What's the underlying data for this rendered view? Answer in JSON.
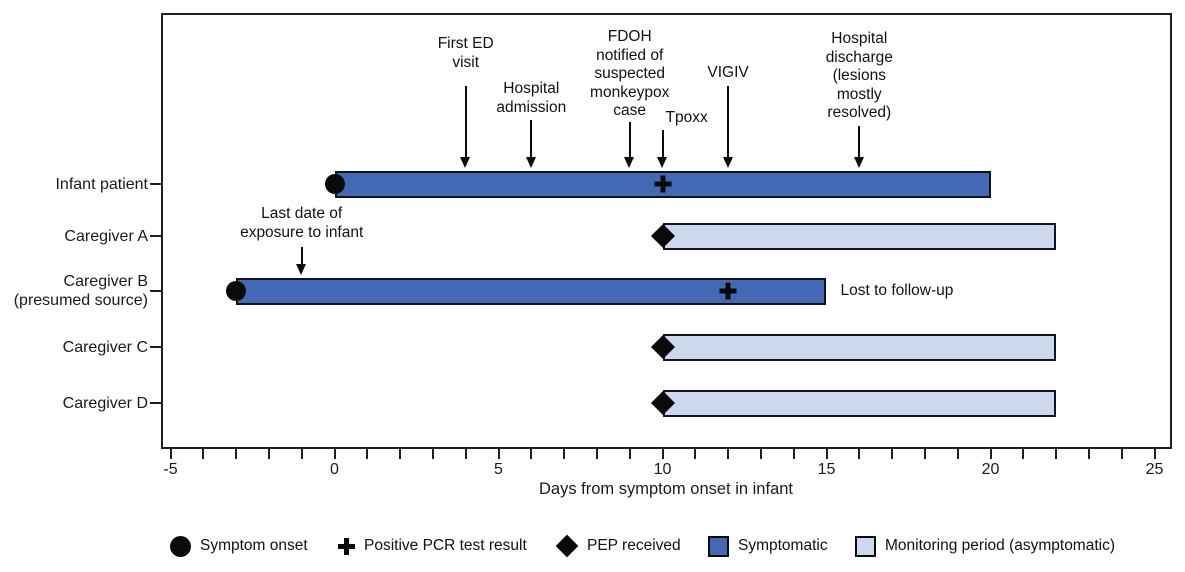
{
  "chart_data": {
    "type": "bar",
    "subtype": "gantt-timeline",
    "orientation": "horizontal",
    "title": "",
    "x_axis": {
      "label": "Days from symptom onset in infant",
      "min": -5,
      "max": 25,
      "tick_step": 1,
      "labeled_ticks": [
        -5,
        0,
        5,
        10,
        15,
        20,
        25
      ]
    },
    "colors": {
      "symptomatic": "#4469b4",
      "monitoring": "#cdd8ee",
      "marker": "#0a0a0a",
      "bar_border": "#10141c",
      "axis": "#231f20"
    },
    "rows": [
      {
        "id": "infant-patient",
        "label": "Infant patient",
        "segments": [
          {
            "kind": "symptomatic",
            "start": 0,
            "end": 20
          }
        ],
        "markers": [
          {
            "kind": "symptom-onset",
            "day": 0
          },
          {
            "kind": "positive-pcr",
            "day": 10
          }
        ]
      },
      {
        "id": "caregiver-a",
        "label": "Caregiver A",
        "segments": [
          {
            "kind": "monitoring",
            "start": 10,
            "end": 22
          }
        ],
        "markers": [
          {
            "kind": "pep-received",
            "day": 10
          }
        ]
      },
      {
        "id": "caregiver-b",
        "label": "Caregiver B\n(presumed source)",
        "segments": [
          {
            "kind": "symptomatic",
            "start": -3,
            "end": 15
          }
        ],
        "markers": [
          {
            "kind": "symptom-onset",
            "day": -3
          },
          {
            "kind": "positive-pcr",
            "day": 12
          }
        ],
        "note": {
          "text": "Lost to follow-up",
          "day": 15
        }
      },
      {
        "id": "caregiver-c",
        "label": "Caregiver C",
        "segments": [
          {
            "kind": "monitoring",
            "start": 10,
            "end": 22
          }
        ],
        "markers": [
          {
            "kind": "pep-received",
            "day": 10
          }
        ]
      },
      {
        "id": "caregiver-d",
        "label": "Caregiver D",
        "segments": [
          {
            "kind": "monitoring",
            "start": 10,
            "end": 22
          }
        ],
        "markers": [
          {
            "kind": "pep-received",
            "day": 10
          }
        ]
      }
    ],
    "annotations": [
      {
        "id": "first-ed-visit",
        "label": "First ED\nvisit",
        "day": 4,
        "target": "infant-patient"
      },
      {
        "id": "hospital-admission",
        "label": "Hospital\nadmission",
        "day": 6,
        "target": "infant-patient"
      },
      {
        "id": "fdoh-notified",
        "label": "FDOH\nnotified of\nsuspected\nmonkeypox\ncase",
        "day": 9,
        "target": "infant-patient"
      },
      {
        "id": "tpoxx",
        "label": "Tpoxx",
        "day": 10,
        "target": "infant-patient"
      },
      {
        "id": "vigiv",
        "label": "VIGIV",
        "day": 12,
        "target": "infant-patient"
      },
      {
        "id": "hospital-discharge",
        "label": "Hospital\ndischarge\n(lesions\nmostly\nresolved)",
        "day": 16,
        "target": "infant-patient"
      },
      {
        "id": "last-exposure",
        "label": "Last date of\nexposure to infant",
        "day": -1,
        "target": "caregiver-b"
      }
    ],
    "legend": [
      {
        "id": "symptom-onset",
        "glyph": "circle",
        "label": "Symptom onset"
      },
      {
        "id": "positive-pcr",
        "glyph": "plus",
        "label": "Positive PCR test result"
      },
      {
        "id": "pep-received",
        "glyph": "diamond",
        "label": "PEP received"
      },
      {
        "id": "symptomatic",
        "glyph": "square-dark",
        "label": "Symptomatic",
        "color": "#4469b4"
      },
      {
        "id": "monitoring",
        "glyph": "square-light",
        "label": "Monitoring period (asymptomatic)",
        "color": "#cdd8ee"
      }
    ]
  }
}
